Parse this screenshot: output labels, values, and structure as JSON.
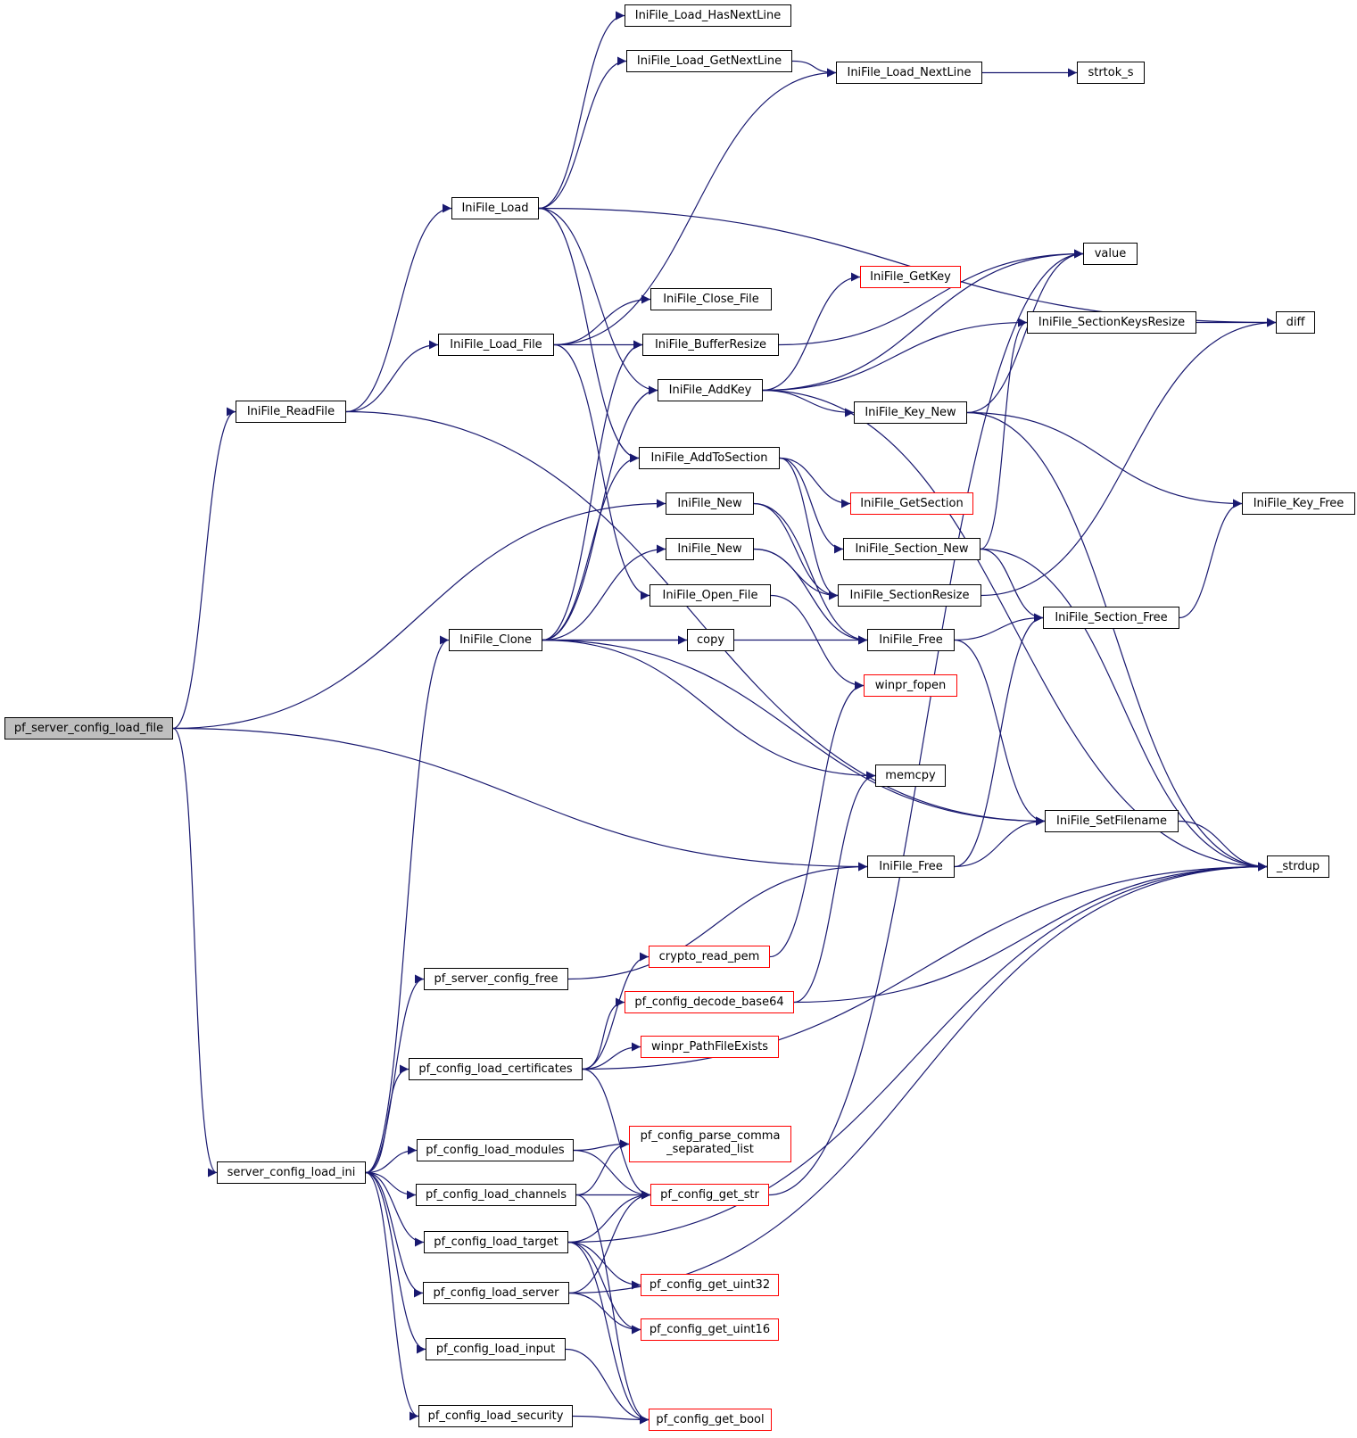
{
  "colors": {
    "edge": "#191970",
    "border": "#000000",
    "border_red": "#ff0000",
    "root_fill": "#bfbfbf",
    "fill": "#ffffff"
  },
  "nodes": {
    "pf_server_config_load_file": {
      "label": "pf_server_config_load_file",
      "red": false,
      "root": true
    },
    "IniFile_ReadFile": {
      "label": "IniFile_ReadFile",
      "red": false
    },
    "server_config_load_ini": {
      "label": "server_config_load_ini",
      "red": false
    },
    "IniFile_Load_HasNextLine": {
      "label": "IniFile_Load_HasNextLine",
      "red": false
    },
    "IniFile_Load_GetNextLine": {
      "label": "IniFile_Load_GetNextLine",
      "red": false
    },
    "IniFile_Load_NextLine": {
      "label": "IniFile_Load_NextLine",
      "red": false
    },
    "strtok_s": {
      "label": "strtok_s",
      "red": false
    },
    "IniFile_Load": {
      "label": "IniFile_Load",
      "red": false
    },
    "value": {
      "label": "value",
      "red": false
    },
    "IniFile_GetKey": {
      "label": "IniFile_GetKey",
      "red": true
    },
    "IniFile_Close_File": {
      "label": "IniFile_Close_File",
      "red": false
    },
    "IniFile_SectionKeysResize": {
      "label": "IniFile_SectionKeysResize",
      "red": false
    },
    "diff": {
      "label": "diff",
      "red": false
    },
    "IniFile_Load_File": {
      "label": "IniFile_Load_File",
      "red": false
    },
    "IniFile_BufferResize": {
      "label": "IniFile_BufferResize",
      "red": false
    },
    "IniFile_AddKey": {
      "label": "IniFile_AddKey",
      "red": false
    },
    "IniFile_Key_New": {
      "label": "IniFile_Key_New",
      "red": false
    },
    "IniFile_AddToSection": {
      "label": "IniFile_AddToSection",
      "red": false
    },
    "IniFile_GetSection": {
      "label": "IniFile_GetSection",
      "red": true
    },
    "IniFile_Key_Free": {
      "label": "IniFile_Key_Free",
      "red": false
    },
    "IniFile_New_1": {
      "label": "IniFile_New",
      "red": false
    },
    "IniFile_Section_New": {
      "label": "IniFile_Section_New",
      "red": false
    },
    "IniFile_New_2": {
      "label": "IniFile_New",
      "red": false
    },
    "IniFile_SectionResize": {
      "label": "IniFile_SectionResize",
      "red": false
    },
    "IniFile_Open_File": {
      "label": "IniFile_Open_File",
      "red": false
    },
    "IniFile_Section_Free": {
      "label": "IniFile_Section_Free",
      "red": false
    },
    "IniFile_Clone": {
      "label": "IniFile_Clone",
      "red": false
    },
    "copy": {
      "label": "copy",
      "red": false
    },
    "IniFile_Free_1": {
      "label": "IniFile_Free",
      "red": false
    },
    "winpr_fopen": {
      "label": "winpr_fopen",
      "red": true
    },
    "memcpy": {
      "label": "memcpy",
      "red": false
    },
    "IniFile_SetFilename": {
      "label": "IniFile_SetFilename",
      "red": false
    },
    "IniFile_Free_2": {
      "label": "IniFile_Free",
      "red": false
    },
    "_strdup": {
      "label": "_strdup",
      "red": false
    },
    "crypto_read_pem": {
      "label": "crypto_read_pem",
      "red": true
    },
    "pf_server_config_free": {
      "label": "pf_server_config_free",
      "red": false
    },
    "pf_config_decode_base64": {
      "label": "pf_config_decode_base64",
      "red": true
    },
    "winpr_PathFileExists": {
      "label": "winpr_PathFileExists",
      "red": true
    },
    "pf_config_load_certificates": {
      "label": "pf_config_load_certificates",
      "red": false
    },
    "pf_config_parse_comma_separated_list": {
      "label": "pf_config_parse_comma\n_separated_list",
      "line1": "pf_config_parse_comma",
      "line2": "_separated_list",
      "red": true
    },
    "pf_config_load_modules": {
      "label": "pf_config_load_modules",
      "red": false
    },
    "pf_config_load_channels": {
      "label": "pf_config_load_channels",
      "red": false
    },
    "pf_config_get_str": {
      "label": "pf_config_get_str",
      "red": true
    },
    "pf_config_load_target": {
      "label": "pf_config_load_target",
      "red": false
    },
    "pf_config_get_uint32": {
      "label": "pf_config_get_uint32",
      "red": true
    },
    "pf_config_load_server": {
      "label": "pf_config_load_server",
      "red": false
    },
    "pf_config_get_uint16": {
      "label": "pf_config_get_uint16",
      "red": true
    },
    "pf_config_load_input": {
      "label": "pf_config_load_input",
      "red": false
    },
    "pf_config_load_security": {
      "label": "pf_config_load_security",
      "red": false
    },
    "pf_config_get_bool": {
      "label": "pf_config_get_bool",
      "red": true
    }
  },
  "edges": [
    [
      "pf_server_config_load_file",
      "IniFile_ReadFile"
    ],
    [
      "pf_server_config_load_file",
      "IniFile_New_1"
    ],
    [
      "pf_server_config_load_file",
      "IniFile_Free_2"
    ],
    [
      "pf_server_config_load_file",
      "server_config_load_ini"
    ],
    [
      "IniFile_ReadFile",
      "IniFile_Load"
    ],
    [
      "IniFile_ReadFile",
      "IniFile_Load_File"
    ],
    [
      "IniFile_ReadFile",
      "IniFile_SetFilename"
    ],
    [
      "IniFile_Load",
      "IniFile_Load_HasNextLine"
    ],
    [
      "IniFile_Load",
      "IniFile_Load_GetNextLine"
    ],
    [
      "IniFile_Load",
      "diff"
    ],
    [
      "IniFile_Load",
      "IniFile_AddKey"
    ],
    [
      "IniFile_Load",
      "IniFile_AddToSection"
    ],
    [
      "IniFile_Load_GetNextLine",
      "IniFile_Load_NextLine"
    ],
    [
      "IniFile_Load_NextLine",
      "strtok_s"
    ],
    [
      "IniFile_Load_File",
      "IniFile_Load_NextLine"
    ],
    [
      "IniFile_Load_File",
      "IniFile_Close_File"
    ],
    [
      "IniFile_Load_File",
      "IniFile_BufferResize"
    ],
    [
      "IniFile_Load_File",
      "IniFile_Open_File"
    ],
    [
      "IniFile_BufferResize",
      "value"
    ],
    [
      "IniFile_AddKey",
      "value"
    ],
    [
      "IniFile_AddKey",
      "IniFile_GetKey"
    ],
    [
      "IniFile_AddKey",
      "IniFile_SectionKeysResize"
    ],
    [
      "IniFile_AddKey",
      "IniFile_Key_New"
    ],
    [
      "IniFile_AddKey",
      "_strdup"
    ],
    [
      "IniFile_Key_New",
      "value"
    ],
    [
      "IniFile_Key_New",
      "IniFile_Key_Free"
    ],
    [
      "IniFile_Key_New",
      "_strdup"
    ],
    [
      "IniFile_SectionKeysResize",
      "diff"
    ],
    [
      "IniFile_AddToSection",
      "IniFile_GetSection"
    ],
    [
      "IniFile_AddToSection",
      "IniFile_Section_New"
    ],
    [
      "IniFile_AddToSection",
      "IniFile_SectionResize"
    ],
    [
      "IniFile_Section_New",
      "IniFile_SectionKeysResize"
    ],
    [
      "IniFile_Section_New",
      "IniFile_Section_Free"
    ],
    [
      "IniFile_Section_New",
      "_strdup"
    ],
    [
      "IniFile_SectionResize",
      "diff"
    ],
    [
      "IniFile_New_1",
      "IniFile_SectionResize"
    ],
    [
      "IniFile_New_1",
      "IniFile_Free_1"
    ],
    [
      "IniFile_New_2",
      "IniFile_SectionResize"
    ],
    [
      "IniFile_New_2",
      "IniFile_Free_1"
    ],
    [
      "IniFile_Open_File",
      "winpr_fopen"
    ],
    [
      "IniFile_Free_1",
      "IniFile_Section_Free"
    ],
    [
      "IniFile_Free_1",
      "IniFile_SetFilename"
    ],
    [
      "IniFile_Section_Free",
      "IniFile_Key_Free"
    ],
    [
      "IniFile_Clone",
      "IniFile_BufferResize"
    ],
    [
      "IniFile_Clone",
      "IniFile_AddKey"
    ],
    [
      "IniFile_Clone",
      "IniFile_AddToSection"
    ],
    [
      "IniFile_Clone",
      "IniFile_New_2"
    ],
    [
      "IniFile_Clone",
      "copy"
    ],
    [
      "IniFile_Clone",
      "IniFile_Free_1"
    ],
    [
      "IniFile_Clone",
      "memcpy"
    ],
    [
      "IniFile_Clone",
      "IniFile_SetFilename"
    ],
    [
      "IniFile_SetFilename",
      "_strdup"
    ],
    [
      "IniFile_Free_2",
      "IniFile_Section_Free"
    ],
    [
      "IniFile_Free_2",
      "IniFile_SetFilename"
    ],
    [
      "server_config_load_ini",
      "IniFile_Clone"
    ],
    [
      "server_config_load_ini",
      "pf_server_config_free"
    ],
    [
      "server_config_load_ini",
      "pf_config_load_certificates"
    ],
    [
      "server_config_load_ini",
      "pf_config_load_modules"
    ],
    [
      "server_config_load_ini",
      "pf_config_load_channels"
    ],
    [
      "server_config_load_ini",
      "pf_config_load_target"
    ],
    [
      "server_config_load_ini",
      "pf_config_load_server"
    ],
    [
      "server_config_load_ini",
      "pf_config_load_input"
    ],
    [
      "server_config_load_ini",
      "pf_config_load_security"
    ],
    [
      "pf_server_config_free",
      "IniFile_Free_2"
    ],
    [
      "pf_config_load_certificates",
      "crypto_read_pem"
    ],
    [
      "pf_config_load_certificates",
      "pf_config_decode_base64"
    ],
    [
      "pf_config_load_certificates",
      "winpr_PathFileExists"
    ],
    [
      "pf_config_load_certificates",
      "_strdup"
    ],
    [
      "pf_config_load_certificates",
      "pf_config_get_str"
    ],
    [
      "crypto_read_pem",
      "winpr_fopen"
    ],
    [
      "pf_config_decode_base64",
      "memcpy"
    ],
    [
      "pf_config_decode_base64",
      "_strdup"
    ],
    [
      "pf_config_load_modules",
      "pf_config_parse_comma_separated_list"
    ],
    [
      "pf_config_load_modules",
      "pf_config_get_str"
    ],
    [
      "pf_config_load_channels",
      "pf_config_parse_comma_separated_list"
    ],
    [
      "pf_config_load_channels",
      "pf_config_get_str"
    ],
    [
      "pf_config_load_channels",
      "pf_config_get_bool"
    ],
    [
      "pf_config_get_str",
      "value"
    ],
    [
      "pf_config_load_target",
      "pf_config_get_str"
    ],
    [
      "pf_config_load_target",
      "_strdup"
    ],
    [
      "pf_config_load_target",
      "pf_config_get_uint32"
    ],
    [
      "pf_config_load_target",
      "pf_config_get_uint16"
    ],
    [
      "pf_config_load_target",
      "pf_config_get_bool"
    ],
    [
      "pf_config_load_server",
      "pf_config_get_str"
    ],
    [
      "pf_config_load_server",
      "pf_config_get_uint16"
    ],
    [
      "pf_config_load_server",
      "_strdup"
    ],
    [
      "pf_config_load_input",
      "pf_config_get_bool"
    ],
    [
      "pf_config_load_security",
      "pf_config_get_bool"
    ]
  ]
}
